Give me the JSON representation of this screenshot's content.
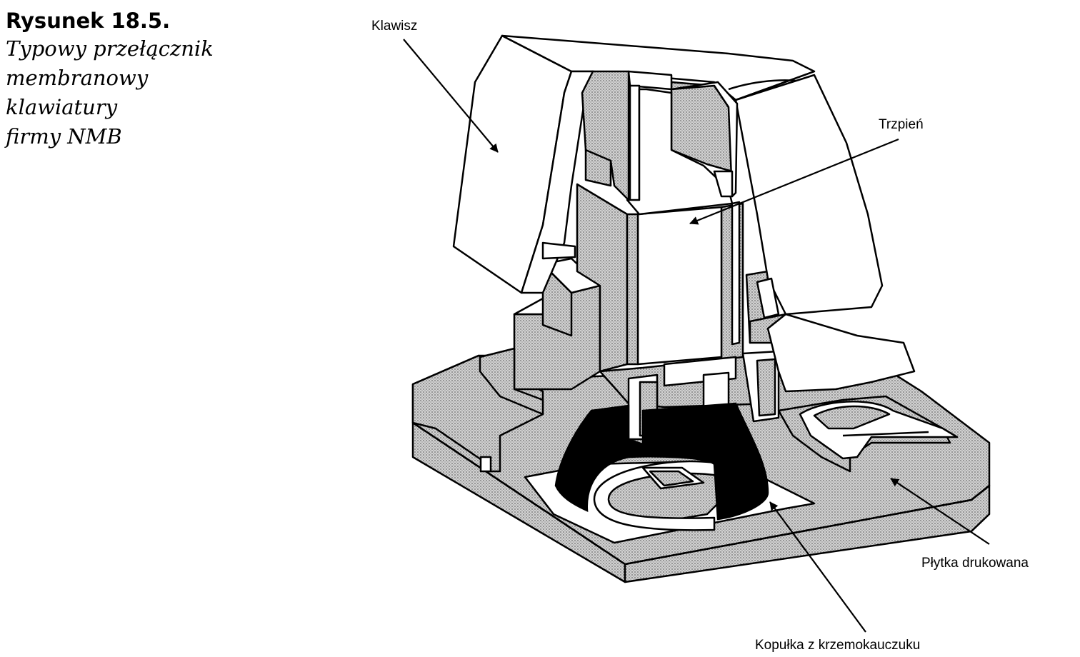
{
  "caption": {
    "figure_number": "Rysunek 18.5.",
    "lines": [
      "Typowy przełącznik",
      "membranowy",
      "klawiatury",
      "firmy NMB"
    ]
  },
  "labels": {
    "key": "Klawisz",
    "plunger": "Trzpień",
    "circuit_board": "Płytka drukowana",
    "rubber_dome": "Kopułka z krzemokauczuku"
  },
  "colors": {
    "ink": "#000000",
    "paper": "#ffffff",
    "stipple": "#bdbdbd"
  }
}
